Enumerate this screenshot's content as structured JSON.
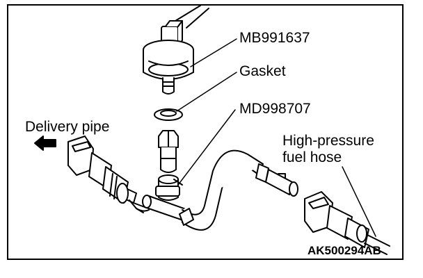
{
  "labels": {
    "tool_1": "MB991637",
    "gasket": "Gasket",
    "tool_2": "MD998707",
    "delivery_pipe": "Delivery pipe",
    "high_pressure_line1": "High-pressure",
    "high_pressure_line2": "fuel hose"
  },
  "figure_code": "AK500294AB",
  "colors": {
    "line": "#000000",
    "fill": "#ffffff",
    "shade": "#e6e6e6"
  }
}
